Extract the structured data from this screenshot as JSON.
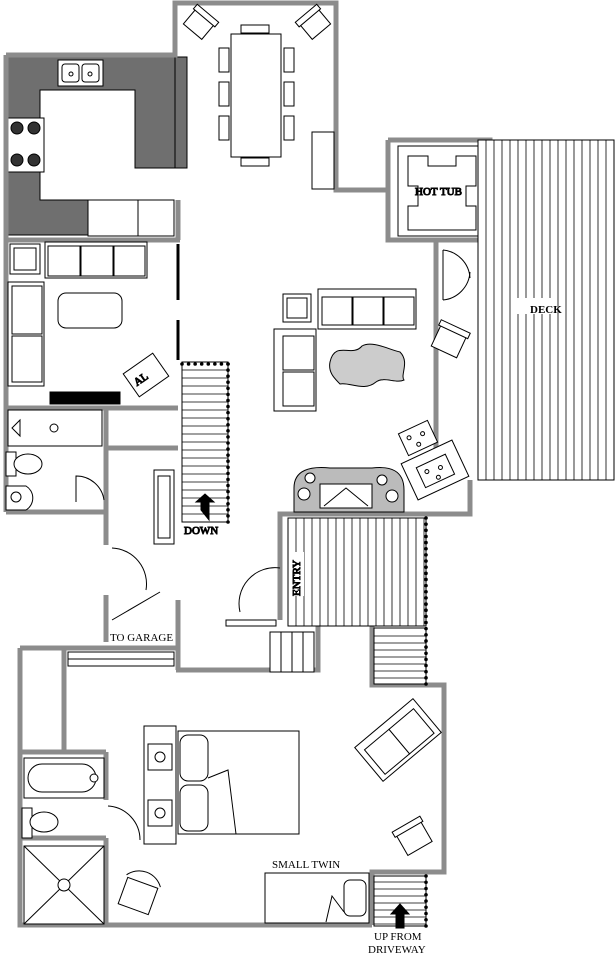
{
  "labels": {
    "hot_tub": "HOT TUB",
    "deck": "DECK",
    "down": "DOWN",
    "entry": "ENTRY",
    "to_garage": "TO GARAGE",
    "small_twin": "SMALL TWIN",
    "up_from": "UP FROM",
    "driveway": "DRIVEWAY",
    "al": "AL"
  },
  "colors": {
    "wall": "#8c8c8c",
    "counter": "#6f6f6f",
    "line": "#000000"
  }
}
